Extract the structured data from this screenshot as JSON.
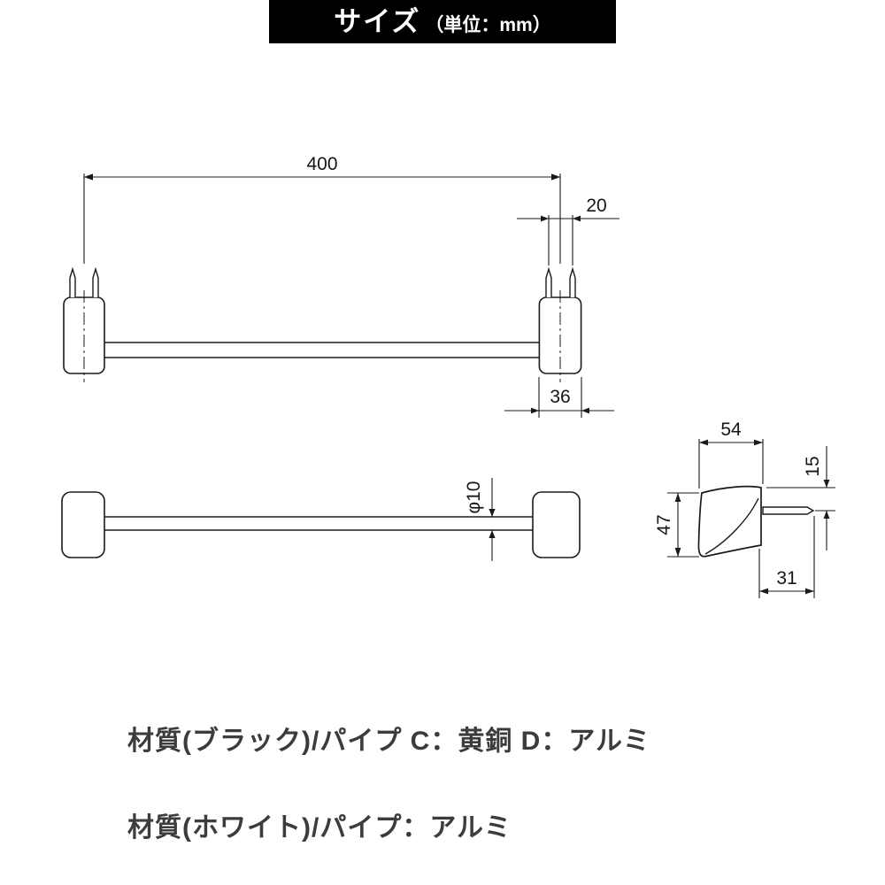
{
  "header": {
    "title": "サイズ",
    "unit": "（単位：mm）"
  },
  "drawing": {
    "unit": "mm",
    "views": [
      "top-view",
      "front-view",
      "side-view"
    ],
    "dimensions": {
      "overall_length": "400",
      "pin_pitch": "20",
      "bracket_width": "36",
      "pipe_diameter": "φ10",
      "side_depth": "54",
      "side_screw_offset": "15",
      "side_height": "47",
      "side_bottom_depth": "31"
    }
  },
  "notes": {
    "line1": "材質(ブラック)/パイプ C：黄銅 D：アルミ",
    "line2": "材質(ホワイト)/パイプ：アルミ"
  }
}
